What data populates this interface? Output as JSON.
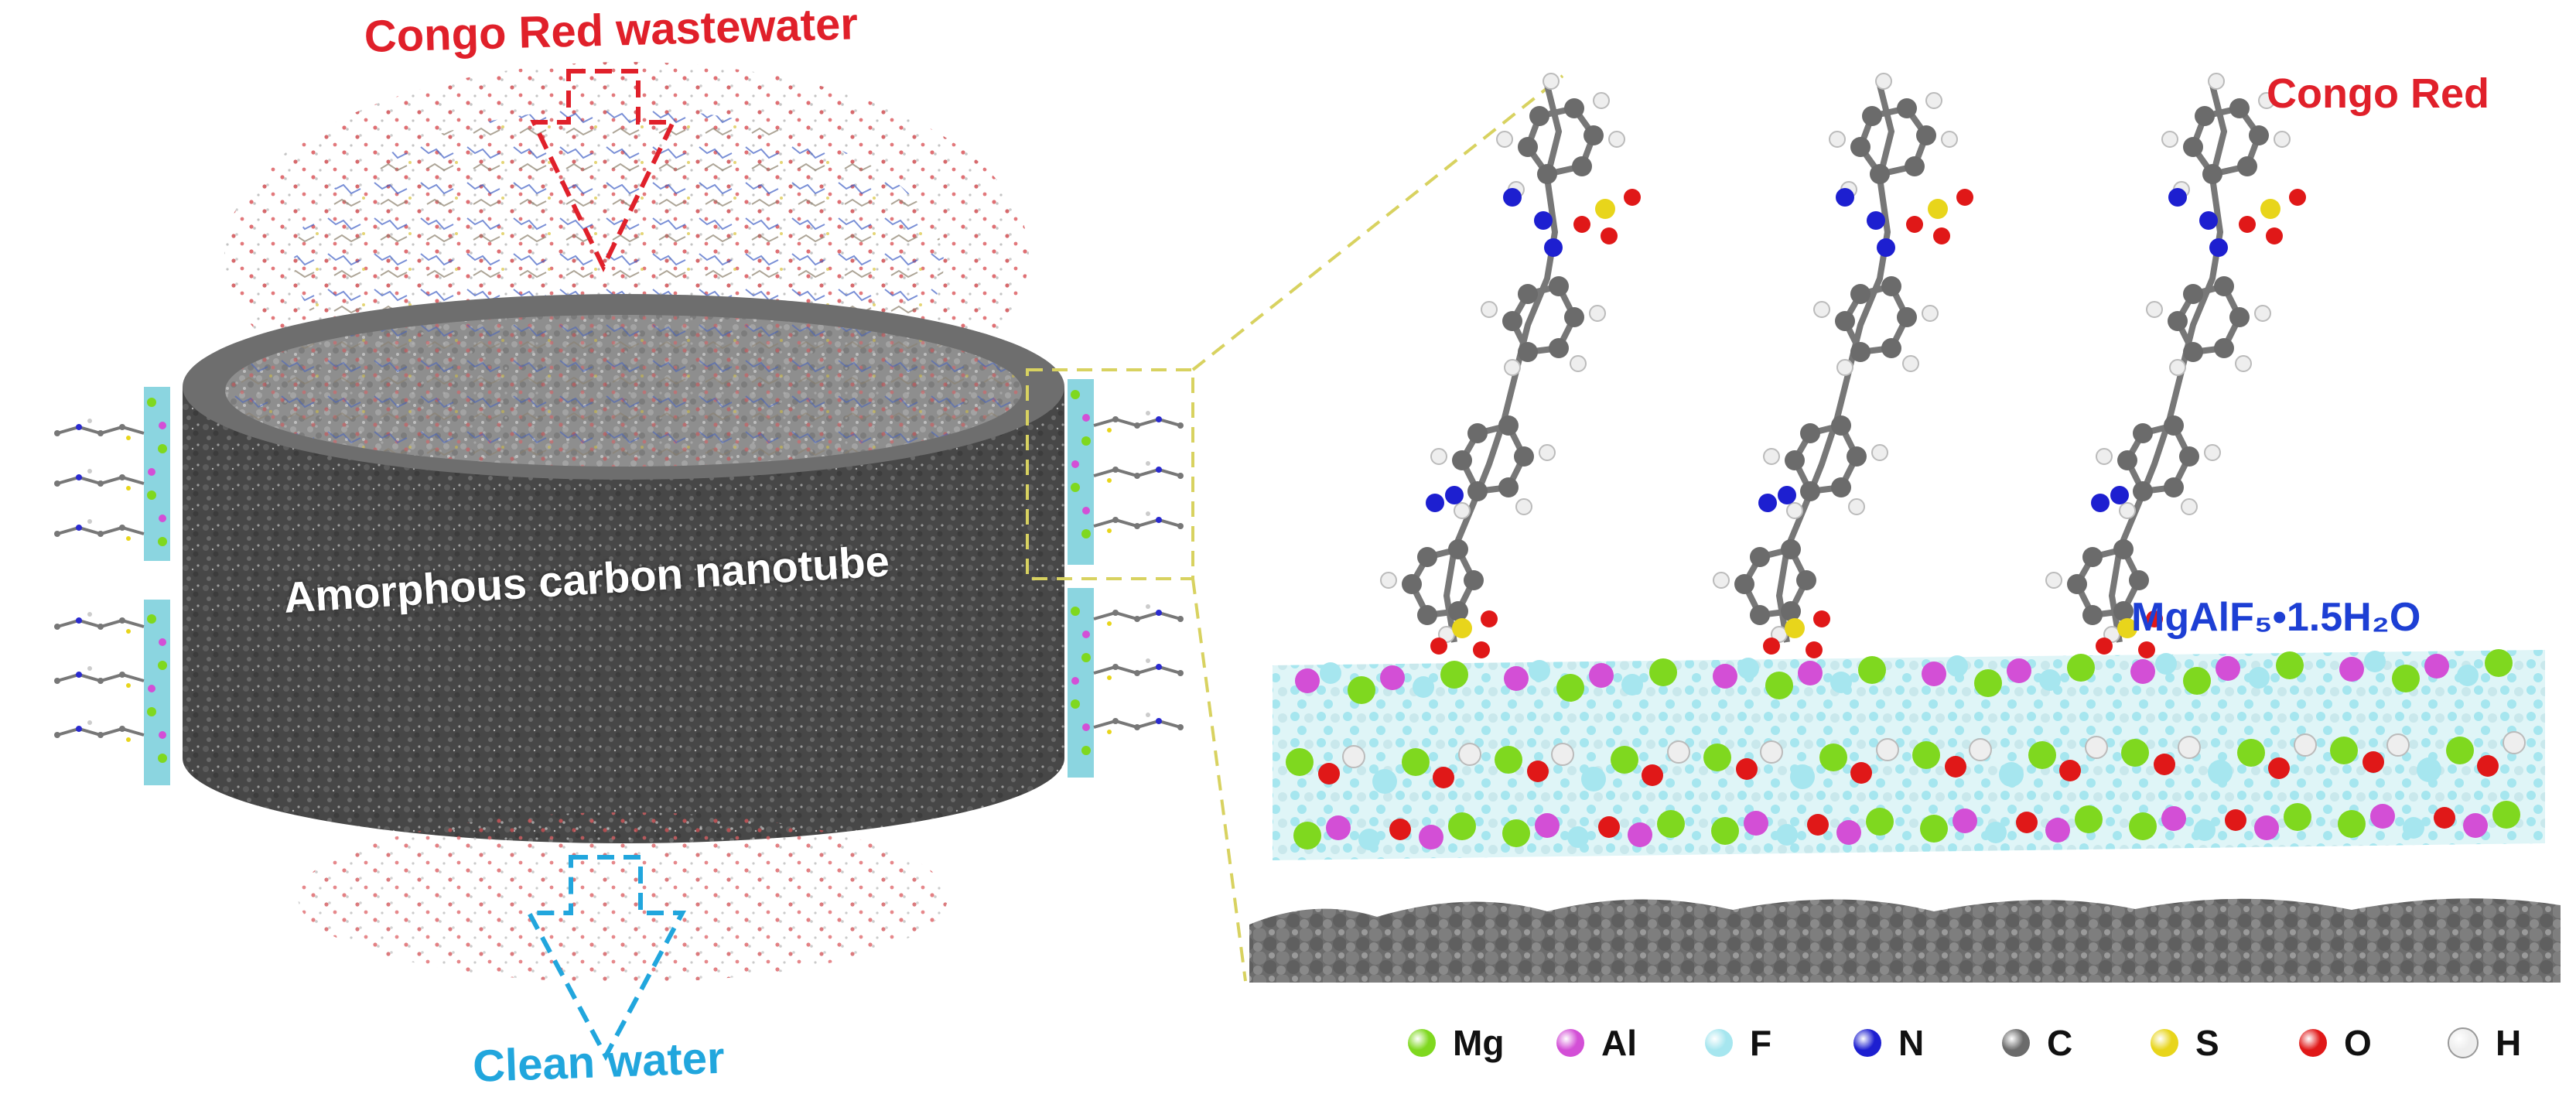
{
  "labels": {
    "inflow": "Congo Red wastewater",
    "outflow": "Clean water",
    "tube": "Amorphous carbon nanotube",
    "dye": "Congo Red",
    "mineral": "MgAlF₅•1.5H₂O"
  },
  "legend": [
    {
      "symbol": "Mg",
      "color": "#7fd81f"
    },
    {
      "symbol": "Al",
      "color": "#d34fd6"
    },
    {
      "symbol": "F",
      "color": "#a6e6ef"
    },
    {
      "symbol": "N",
      "color": "#1d1fd0"
    },
    {
      "symbol": "C",
      "color": "#6b6b6b"
    },
    {
      "symbol": "S",
      "color": "#e8d51b"
    },
    {
      "symbol": "O",
      "color": "#e01818"
    },
    {
      "symbol": "H",
      "color": "#eeeeee"
    }
  ],
  "colors": {
    "inflow_arrow": "#e0202a",
    "outflow_arrow": "#21a6dd",
    "zoom_lines": "#d8d260",
    "tube_body": "#4a4a4a"
  }
}
